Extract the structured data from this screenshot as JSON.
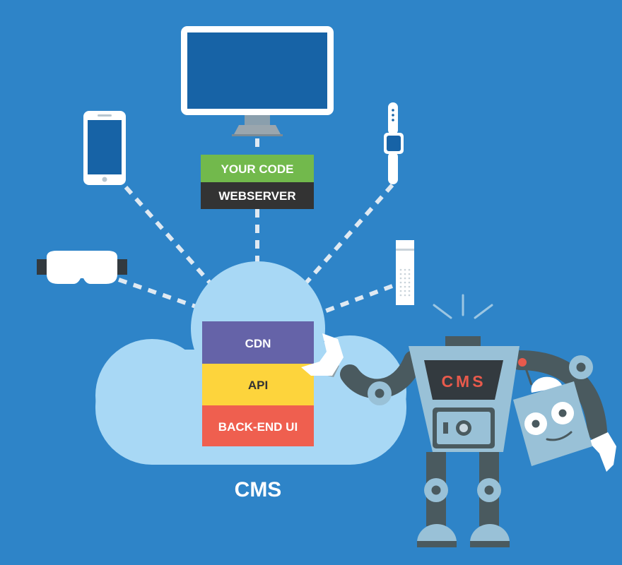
{
  "colors": {
    "background": "#2e84c8",
    "cloud": "#a8d8f5",
    "screen": "#1763a6",
    "your_code": "#72b94c",
    "webserver": "#333333",
    "cdn": "#6563a8",
    "api": "#fdd43c",
    "backend": "#ef5f4f",
    "robot_body": "#99c1d7",
    "robot_dark": "#4a5a5f",
    "robot_red": "#e85a4c"
  },
  "server_stack": {
    "your_code": "YOUR CODE",
    "webserver": "WEBSERVER"
  },
  "cms_stack": {
    "cdn": "CDN",
    "api": "API",
    "backend": "BACK-END UI"
  },
  "cloud_label": "CMS",
  "robot": {
    "chest_label": "CMS"
  },
  "devices": [
    {
      "name": "desktop-monitor",
      "icon": "monitor-icon"
    },
    {
      "name": "smartphone",
      "icon": "phone-icon"
    },
    {
      "name": "smartwatch",
      "icon": "watch-icon"
    },
    {
      "name": "vr-headset",
      "icon": "vr-headset-icon"
    },
    {
      "name": "smart-speaker",
      "icon": "speaker-icon"
    }
  ]
}
